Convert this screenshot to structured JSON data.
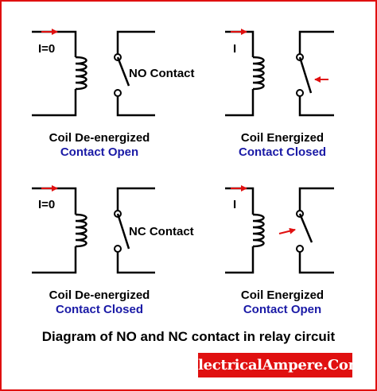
{
  "colors": {
    "border": "#e01010",
    "arrow": "#e01010",
    "blue_text": "#1a1aa6",
    "brand_bg": "#e01010"
  },
  "panels": [
    {
      "current_label": "I=0",
      "contact_label": "NO Contact",
      "state_line": "Coil De-energized",
      "contact_state": "Contact Open"
    },
    {
      "current_label": "I",
      "contact_label": "",
      "state_line": "Coil Energized",
      "contact_state": "Contact Closed"
    },
    {
      "current_label": "I=0",
      "contact_label": "NC Contact",
      "state_line": "Coil De-energized",
      "contact_state": "Contact Closed"
    },
    {
      "current_label": "I",
      "contact_label": "",
      "state_line": "Coil Energized",
      "contact_state": "Contact Open"
    }
  ],
  "title": "Diagram of NO and NC contact in relay circuit",
  "brand": "ElectricalAmpere.Com"
}
